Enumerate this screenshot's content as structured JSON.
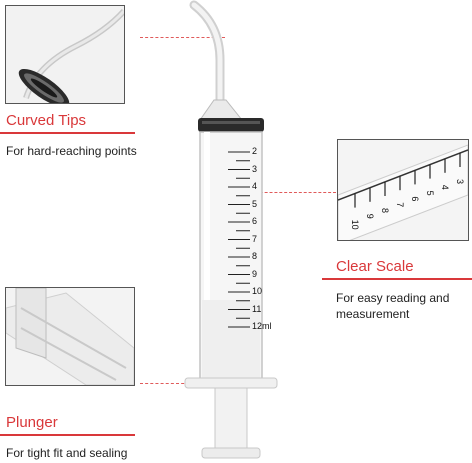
{
  "features": {
    "curved_tips": {
      "title": "Curved Tips",
      "description": "For hard-reaching points"
    },
    "clear_scale": {
      "title": "Clear Scale",
      "description_line1": "For easy reading and",
      "description_line2": "measurement"
    },
    "plunger": {
      "title": "Plunger",
      "description": "For tight fit and sealing"
    }
  },
  "syringe_scale": {
    "labels": [
      "2",
      "3",
      "4",
      "5",
      "6",
      "7",
      "8",
      "9",
      "10",
      "11",
      "12ml"
    ]
  },
  "inset_scale": {
    "labels": [
      "3",
      "4",
      "5",
      "6",
      "7",
      "8",
      "9",
      "10"
    ]
  },
  "colors": {
    "accent": "#d9383a",
    "text": "#222222",
    "gasket": "#2a2a2a"
  }
}
